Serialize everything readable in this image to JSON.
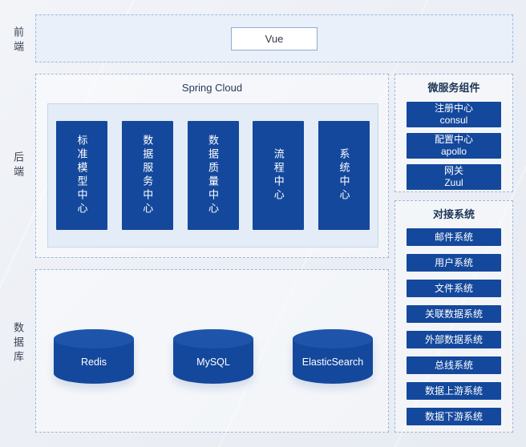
{
  "diagram": {
    "layers": {
      "frontend": {
        "label": "前端"
      },
      "backend": {
        "label": "后端"
      },
      "database": {
        "label": "数据库"
      }
    },
    "frontend": {
      "node": "Vue"
    },
    "backend": {
      "title": "Spring Cloud",
      "centers": [
        "标准模型中心",
        "数据服务中心",
        "数据质量中心",
        "流程中心",
        "系统中心"
      ]
    },
    "database": {
      "nodes": [
        "Redis",
        "MySQL",
        "ElasticSearch"
      ]
    },
    "microservices": {
      "title": "微服务组件",
      "items": [
        {
          "name": "注册中心",
          "tech": "consul"
        },
        {
          "name": "配置中心",
          "tech": "apollo"
        },
        {
          "name": "网关",
          "tech": "Zuul"
        }
      ]
    },
    "integrations": {
      "title": "对接系统",
      "items": [
        "邮件系统",
        "用户系统",
        "文件系统",
        "关联数据系统",
        "外部数据系统",
        "总线系统",
        "数据上游系统",
        "数据下游系统"
      ]
    },
    "colors": {
      "primary": "#14489c",
      "primary_light": "#1e55ab",
      "dashed_border": "#9db8da",
      "panel_fill": "#e9f0f9",
      "inner_fill": "#e4ecf7",
      "title_text": "#1c3557"
    }
  }
}
